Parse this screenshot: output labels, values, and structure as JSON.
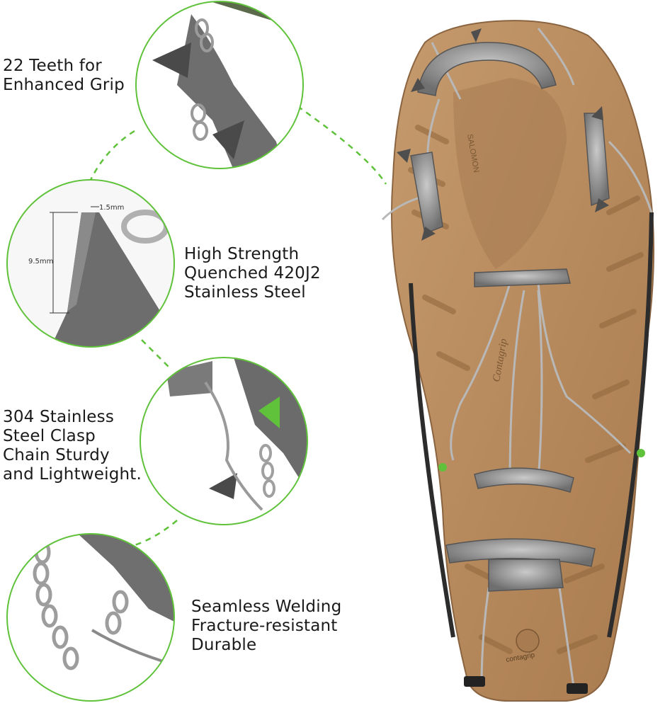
{
  "features": [
    {
      "lines": [
        "22 Teeth for",
        "Enhanced Grip"
      ]
    },
    {
      "lines": [
        "High Strength",
        "Quenched 420J2",
        "Stainless Steel"
      ]
    },
    {
      "lines": [
        "304 Stainless",
        "Steel Clasp",
        "Chain Sturdy",
        "and Lightweight."
      ]
    },
    {
      "lines": [
        "Seamless Welding",
        "Fracture-resistant",
        "Durable"
      ]
    }
  ],
  "dimensions": {
    "tooth_width": "1.5mm",
    "tooth_height": "9.5mm"
  },
  "sole": {
    "brand_heel": "contagrip",
    "brand_mid": "Contagrip",
    "brand_top": "SALOMON"
  },
  "colors": {
    "accent_green": "#5fc23a",
    "sole_tan": "#b88a5e",
    "steel": "#8f8f8f"
  }
}
